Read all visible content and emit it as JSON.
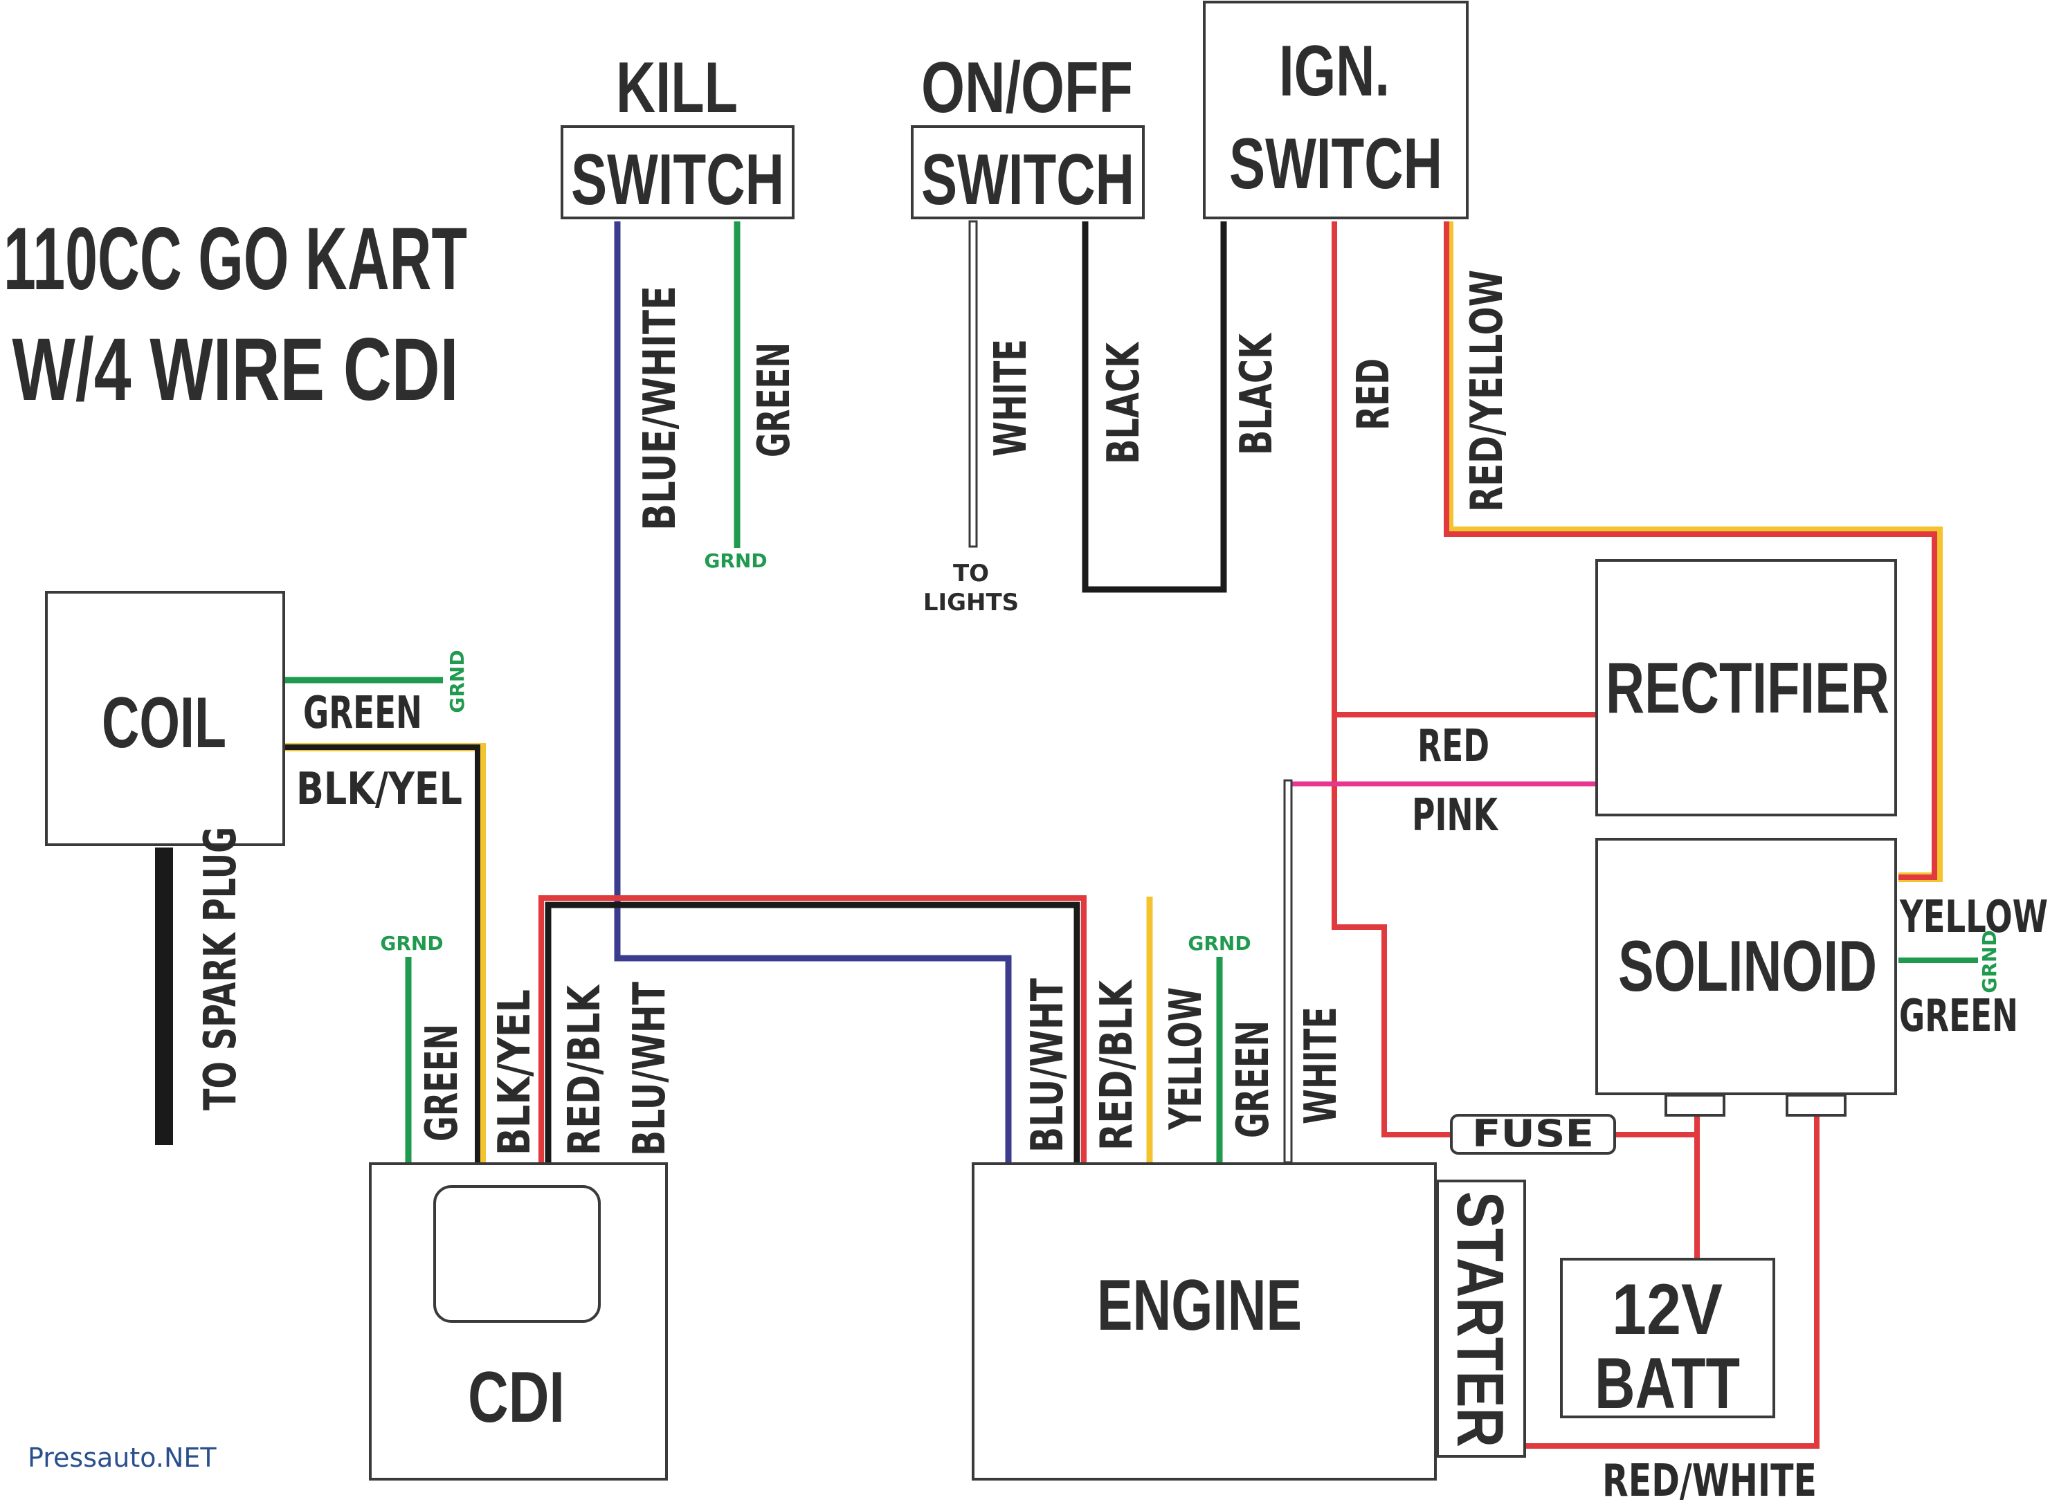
{
  "title": {
    "line1": "110CC GO KART",
    "line2": "W/4 WIRE CDI"
  },
  "components": {
    "kill_switch": {
      "line1": "KILL",
      "line2": "SWITCH"
    },
    "onoff_switch": {
      "line1": "ON/OFF",
      "line2": "SWITCH"
    },
    "ign_switch": {
      "line1": "IGN.",
      "line2": "SWITCH"
    },
    "coil": "COIL",
    "rectifier": "RECTIFIER",
    "solinoid": "SOLINOID",
    "cdi": "CDI",
    "engine": "ENGINE",
    "starter": "STARTER",
    "battery": {
      "line1": "12V",
      "line2": "BATT"
    },
    "fuse": "FUSE"
  },
  "wire_labels": {
    "kill_blue_white": "BLUE/WHITE",
    "kill_green": "GREEN",
    "kill_grnd": "GRND",
    "onoff_white": "WHITE",
    "to_lights_1": "TO",
    "to_lights_2": "LIGHTS",
    "onoff_black": "BLACK",
    "ign_black": "BLACK",
    "ign_red": "RED",
    "ign_red_yellow": "RED/YELLOW",
    "coil_green": "GREEN",
    "coil_grnd": "GRND",
    "coil_blk_yel": "BLK/YEL",
    "spark_plug": "TO SPARK PLUG",
    "rect_red": "RED",
    "rect_pink": "PINK",
    "sol_yellow": "YELLOW",
    "sol_green": "GREEN",
    "sol_grnd": "GRND",
    "cdi_grnd": "GRND",
    "cdi_green": "GREEN",
    "cdi_blk_yel": "BLK/YEL",
    "cdi_red_blk": "RED/BLK",
    "cdi_blu_wht": "BLU/WHT",
    "eng_blu_wht": "BLU/WHT",
    "eng_red_blk": "RED/BLK",
    "eng_yellow": "YELLOW",
    "eng_grnd": "GRND",
    "eng_green": "GREEN",
    "eng_white": "WHITE",
    "red_white": "RED/WHITE"
  },
  "watermark": "Pressauto.NET",
  "colors": {
    "red": "#e03a3e",
    "green": "#1f9a4e",
    "blue": "#3b3c8e",
    "yellow": "#f4c430",
    "black": "#1a1a1a",
    "pink": "#e8358f",
    "outline": "#3a3a3a"
  }
}
